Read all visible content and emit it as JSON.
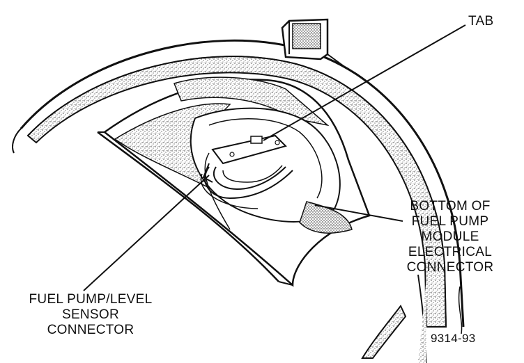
{
  "figure": {
    "background": "#ffffff",
    "ink": "#111111",
    "labels": {
      "tab": "TAB",
      "bottom_connector": [
        "BOTTOM OF",
        "FUEL PUMP",
        "MODULE",
        "ELECTRICAL",
        "CONNECTOR"
      ],
      "sensor_connector": [
        "FUEL PUMP/LEVEL",
        "SENSOR",
        "CONNECTOR"
      ],
      "figure_number": "9314-93"
    }
  }
}
